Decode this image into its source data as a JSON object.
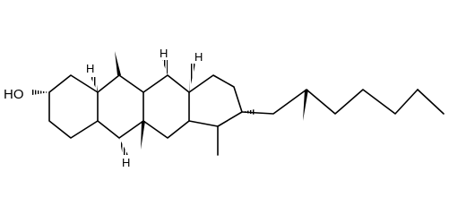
{
  "atom_labels": {
    "hydroxyl": "HO",
    "h_c5": "H",
    "h_c8": "H",
    "h_c9": "H",
    "h_c14": "H"
  },
  "colors": {
    "bond": "#000000",
    "background": "#ffffff"
  }
}
